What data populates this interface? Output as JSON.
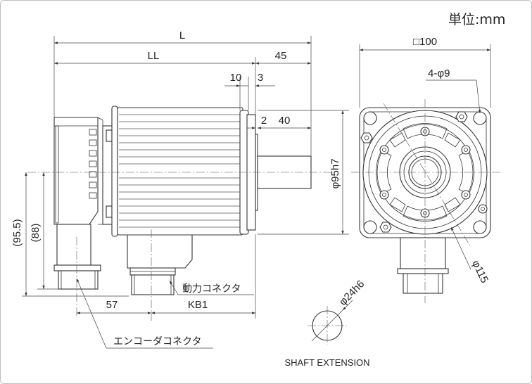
{
  "units": "単位:mm",
  "side_view": {
    "dimensions": {
      "overall_length": "L",
      "body_length": "LL",
      "shaft_length": "45",
      "dim_10": "10",
      "dim_3": "3",
      "dim_2": "2",
      "dim_40": "40",
      "shaft_diameter": "φ95h7",
      "height_95_5": "(95.5)",
      "height_88": "(88)",
      "dim_57": "57",
      "kb1": "KB1"
    },
    "labels": {
      "power_connector": "動力コネクタ",
      "encoder_connector": "エンコーダコネクタ"
    }
  },
  "front_view": {
    "dimensions": {
      "flange_square": "□100",
      "mount_holes": "4-φ9",
      "pcd": "φ115"
    }
  },
  "shaft_extension": {
    "diameter": "φ24h6",
    "caption": "SHAFT EXTENSION"
  }
}
